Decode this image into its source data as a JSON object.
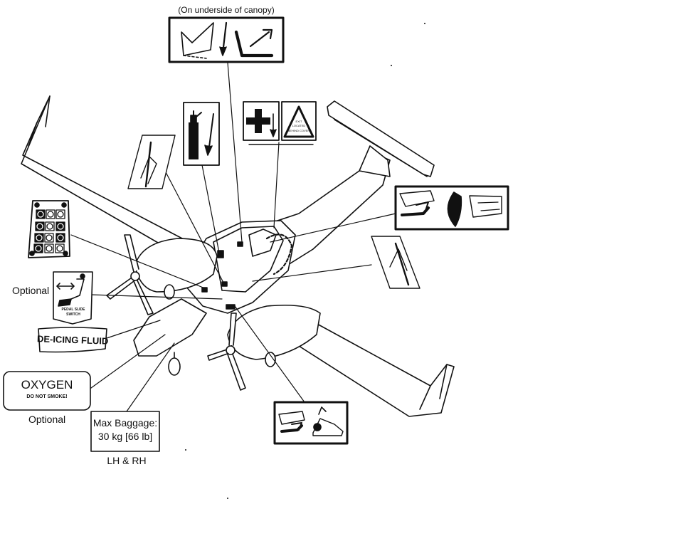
{
  "canopy_note": "(On underside of canopy)",
  "optional_labels": [
    "Optional",
    "Optional"
  ],
  "pedal_placard": {
    "line1": "PEDAL SLIDE",
    "line2": "SWITCH"
  },
  "deicing_placard": "DE-ICING FLUID",
  "oxygen_placard": {
    "title": "OXYGEN",
    "subtitle": "DO NOT SMOKE!"
  },
  "baggage_placard": {
    "line1": "Max Baggage:",
    "line2": "30 kg [66 lb]",
    "caption": "LH & RH"
  },
  "exit_placard": {
    "line1": "EXIT",
    "line2": "LOCATED",
    "line3": "BEHIND COVER"
  },
  "icons": [
    "fire-extinguisher-icon",
    "first-aid-cross-icon",
    "exit-warning-triangle-icon",
    "canopy-release-icon",
    "door-handle-icon",
    "fuel-valve-icon"
  ]
}
